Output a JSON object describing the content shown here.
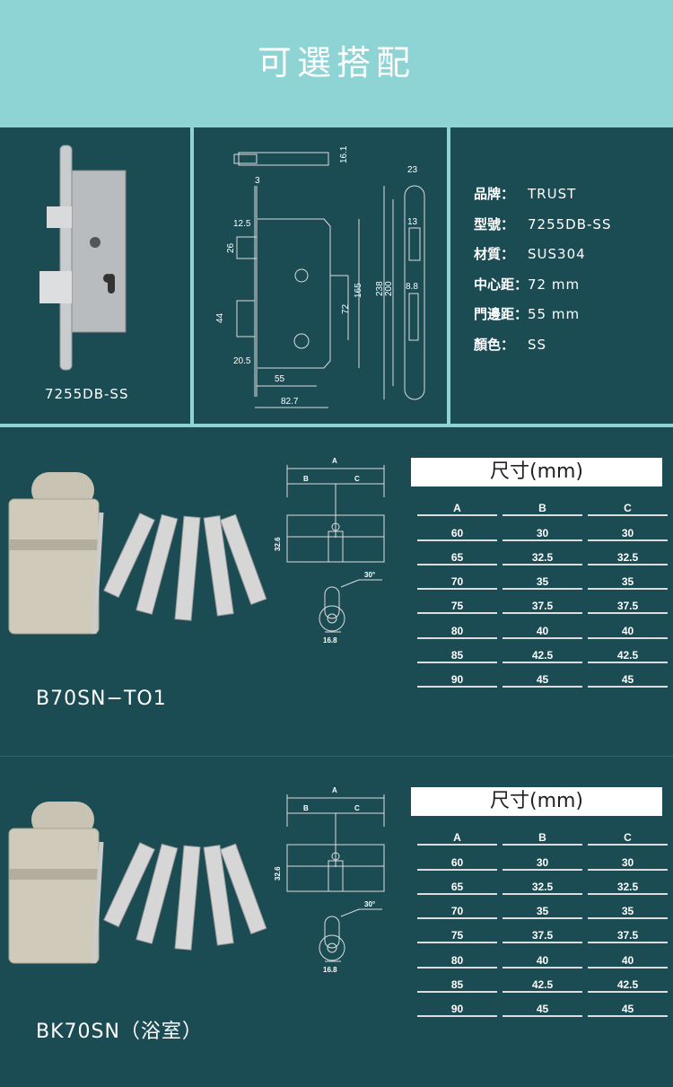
{
  "header": {
    "title": "可選搭配"
  },
  "lock": {
    "model": "7255DB-SS",
    "dims": {
      "d16_1": "16.1",
      "d3": "3",
      "d12_5": "12.5",
      "d26": "26",
      "d44": "44",
      "d20_5": "20.5",
      "d55": "55",
      "d82_7": "82.7",
      "d72": "72",
      "d165": "165",
      "d238": "238",
      "d200": "200",
      "d23": "23",
      "d13": "13",
      "d8_8": "8.8"
    },
    "specs": [
      {
        "label": "品牌：",
        "value": "TRUST"
      },
      {
        "label": "型號：",
        "value": "7255DB-SS"
      },
      {
        "label": "材質：",
        "value": "SUS304"
      },
      {
        "label": "中心距：",
        "value": "72  mm"
      },
      {
        "label": "門邊距：",
        "value": "55  mm"
      },
      {
        "label": "顏色：",
        "value": "SS"
      }
    ]
  },
  "cylinder_diagram": {
    "A": "A",
    "B": "B",
    "C": "C",
    "h": "32.6",
    "angle": "30°",
    "w": "16.8"
  },
  "size_table": {
    "title": "尺寸(mm)",
    "headers": [
      "A",
      "B",
      "C"
    ],
    "rows": [
      [
        "60",
        "30",
        "30"
      ],
      [
        "65",
        "32.5",
        "32.5"
      ],
      [
        "70",
        "35",
        "35"
      ],
      [
        "75",
        "37.5",
        "37.5"
      ],
      [
        "80",
        "40",
        "40"
      ],
      [
        "85",
        "42.5",
        "42.5"
      ],
      [
        "90",
        "45",
        "45"
      ]
    ]
  },
  "products": [
    {
      "model": "B70SN−TO1"
    },
    {
      "model": "BK70SN（浴室）"
    }
  ]
}
